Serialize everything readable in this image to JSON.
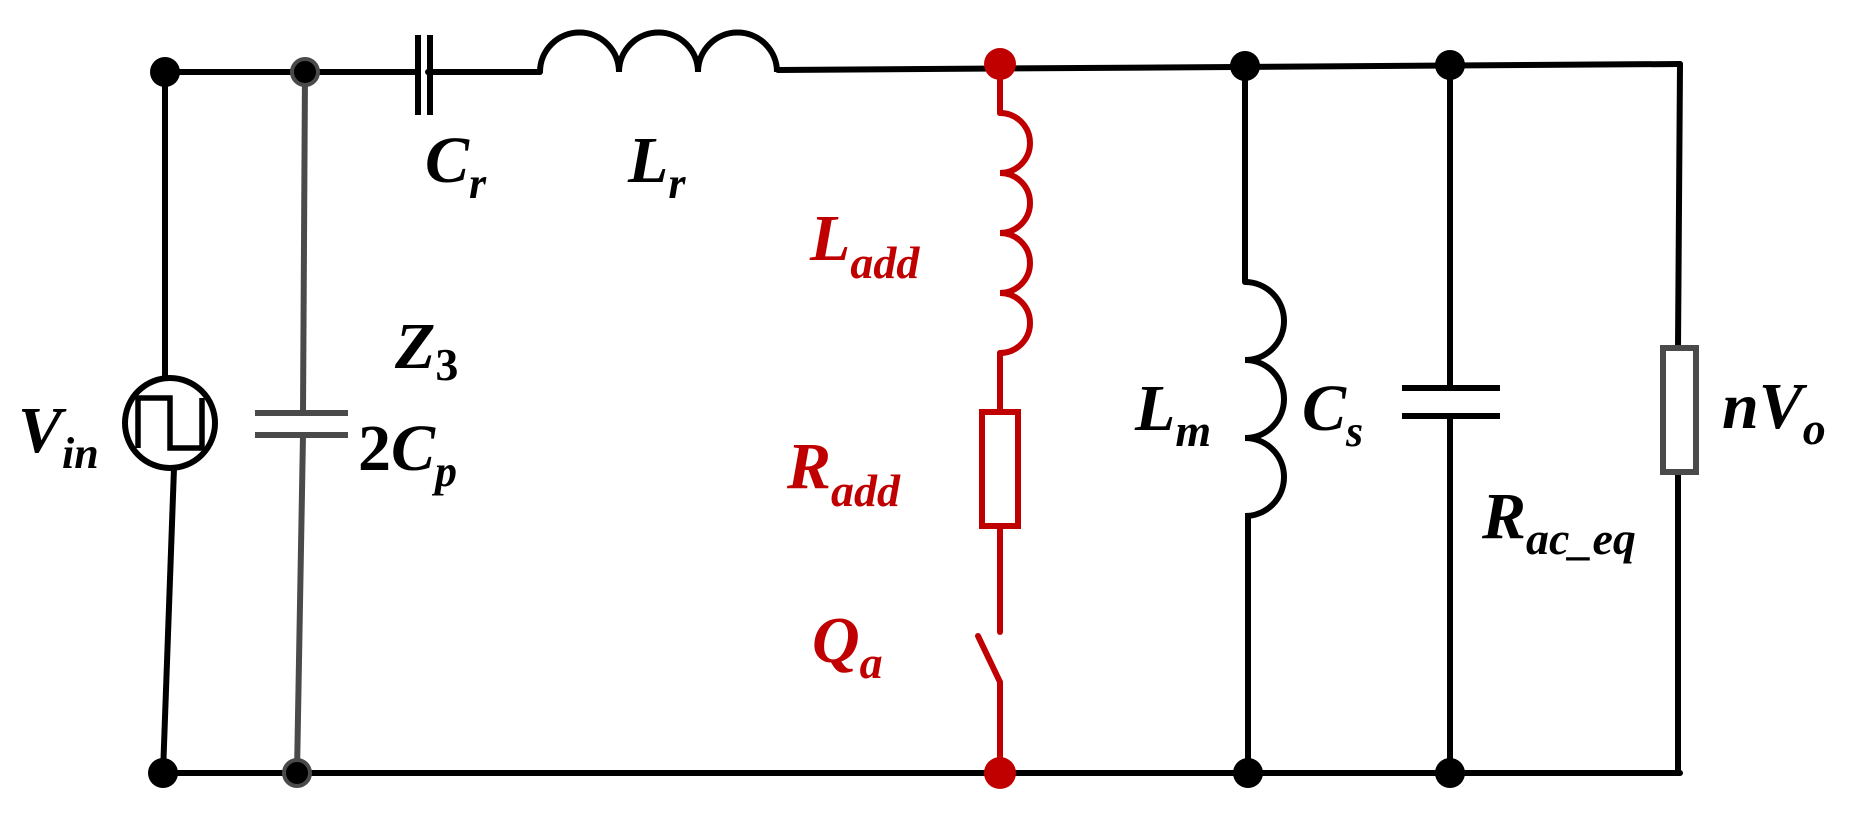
{
  "colors": {
    "wire": "#000000",
    "aux": "#c00000",
    "parasitic": "#4a4a4a",
    "background": "#ffffff"
  },
  "components": {
    "source": {
      "sym": "V",
      "sub": "in",
      "icon": "square-wave-source-icon"
    },
    "parasitic_cap": {
      "coef": "2",
      "sym": "C",
      "sub": "p"
    },
    "impedance": {
      "sym": "Z",
      "sub": "3"
    },
    "resonant_cap": {
      "sym": "C",
      "sub": "r"
    },
    "resonant_ind": {
      "sym": "L",
      "sub": "r"
    },
    "aux_ind": {
      "sym": "L",
      "sub": "add"
    },
    "aux_res": {
      "sym": "R",
      "sub": "add"
    },
    "aux_switch": {
      "sym": "Q",
      "sub": "a"
    },
    "mag_ind": {
      "sym": "L",
      "sub": "m"
    },
    "shunt_cap": {
      "sym": "C",
      "sub": "s"
    },
    "load_res": {
      "sym": "R",
      "sub": "ac_eq"
    },
    "output": {
      "pre": "n",
      "sym": "V",
      "sub": "o"
    }
  }
}
